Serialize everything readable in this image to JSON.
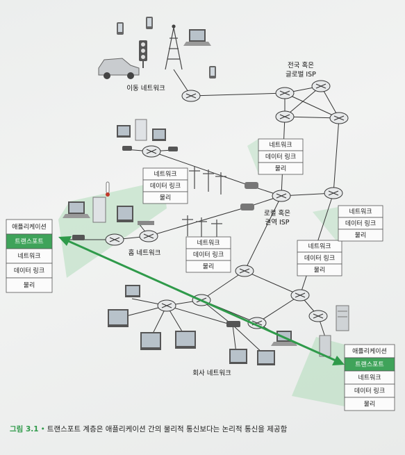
{
  "figure": {
    "number": "그림 3.1",
    "caption": "트랜스포트 계층은 애플리케이션 간의 물리적 통신보다는 논리적 통신을 제공함"
  },
  "networks": {
    "mobile": "이동 네트워크",
    "national_isp_line1": "전국 혹은",
    "national_isp_line2": "글로벌 ISP",
    "local_isp_line1": "로컬 혹은",
    "local_isp_line2": "권역 ISP",
    "home": "홈 네트워크",
    "enterprise": "회사 네트워크"
  },
  "host_stack": [
    "애플리케이션",
    "트랜스포트",
    "네트워크",
    "데이터 링크",
    "물리"
  ],
  "router_stack": [
    "네트워크",
    "데이터 링크",
    "물리"
  ],
  "colors": {
    "accent_green": "#2f9a4a",
    "highlight_layer": "#3fa35a",
    "router_fill": "#e7e9ea"
  }
}
